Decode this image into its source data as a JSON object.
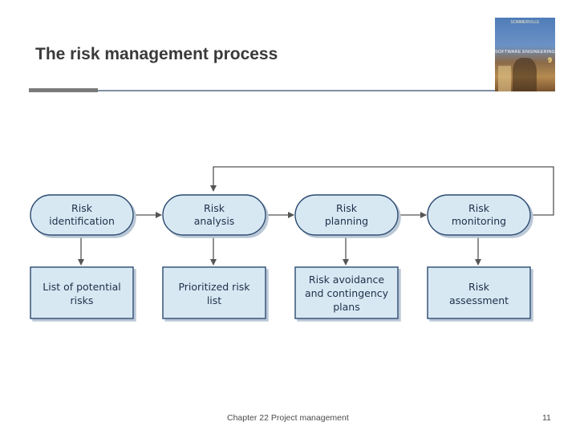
{
  "slide": {
    "title": "The risk management process",
    "footer": "Chapter 22 Project management",
    "page_number": "11"
  },
  "book_cover": {
    "author": "SOMMERVILLE",
    "title": "SOFTWARE ENGINEERING",
    "edition": "9"
  },
  "diagram": {
    "stages": [
      {
        "lines": [
          "Risk",
          "identification"
        ]
      },
      {
        "lines": [
          "Risk",
          "analysis"
        ]
      },
      {
        "lines": [
          "Risk",
          "planning"
        ]
      },
      {
        "lines": [
          "Risk",
          "monitoring"
        ]
      }
    ],
    "outputs": [
      {
        "lines": [
          "List of potential",
          "risks"
        ]
      },
      {
        "lines": [
          "Prioritized risk",
          "list"
        ]
      },
      {
        "lines": [
          "Risk avoidance",
          "and contingency",
          "plans"
        ]
      },
      {
        "lines": [
          "Risk",
          "assessment"
        ]
      }
    ]
  },
  "colors": {
    "box_fill": "#d8e8f3",
    "box_stroke": "#2b4a6f",
    "arrow": "#555555",
    "title_text": "#3a3a3a",
    "rule": "#7f8fa3"
  }
}
